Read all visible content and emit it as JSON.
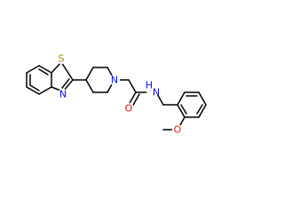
{
  "molecule": {
    "atoms": {
      "sulfur": "S",
      "thiazole_nitrogen": "N",
      "piperidine_nitrogen": "N",
      "carbonyl_oxygen": "O",
      "amide_nitrogen": "N",
      "amide_hydrogen": "H",
      "methoxy_oxygen": "O"
    },
    "colors": {
      "sulfur": "#9a8a00",
      "nitrogen": "#1010ee",
      "oxygen": "#ee1010",
      "bond": "#000000"
    }
  }
}
